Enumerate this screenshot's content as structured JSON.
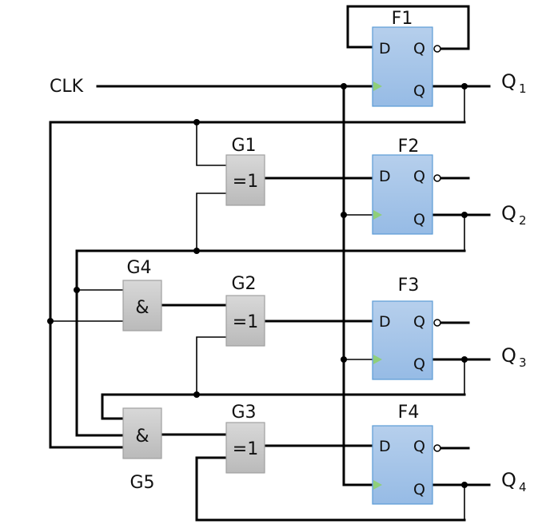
{
  "diagram": {
    "title": "",
    "clock_label": "CLK",
    "flip_flops": [
      {
        "id": "F1",
        "label": "F1",
        "d": "D",
        "q": "Q",
        "qbar": "Q",
        "output": "Q",
        "output_sub": "1"
      },
      {
        "id": "F2",
        "label": "F2",
        "d": "D",
        "q": "Q",
        "qbar": "Q",
        "output": "Q",
        "output_sub": "2"
      },
      {
        "id": "F3",
        "label": "F3",
        "d": "D",
        "q": "Q",
        "qbar": "Q",
        "output": "Q",
        "output_sub": "3"
      },
      {
        "id": "F4",
        "label": "F4",
        "d": "D",
        "q": "Q",
        "qbar": "Q",
        "output": "Q",
        "output_sub": "4"
      }
    ],
    "gates": [
      {
        "id": "G1",
        "label": "G1",
        "symbol": "=1",
        "type": "XOR"
      },
      {
        "id": "G2",
        "label": "G2",
        "symbol": "=1",
        "type": "XOR"
      },
      {
        "id": "G3",
        "label": "G3",
        "symbol": "=1",
        "type": "XOR"
      },
      {
        "id": "G4",
        "label": "G4",
        "symbol": "&",
        "type": "AND"
      },
      {
        "id": "G5",
        "label": "G5",
        "symbol": "&",
        "type": "AND"
      }
    ],
    "colors": {
      "ff_top": "#b4cdeb",
      "ff_bottom": "#98bde6",
      "ff_border": "#5b9bd5",
      "gate_top": "#d6d6d6",
      "gate_bottom": "#bcbcbc",
      "clock_marker": "#8fcf7a"
    }
  }
}
